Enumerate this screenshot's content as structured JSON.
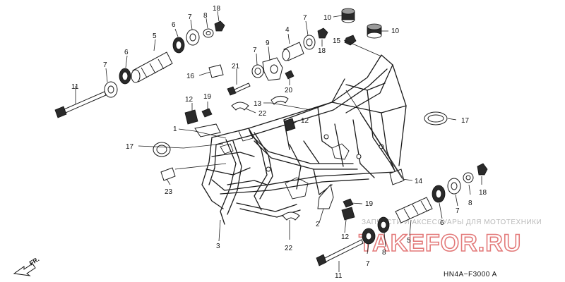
{
  "labels": [
    {
      "id": "n1",
      "text": "1"
    },
    {
      "id": "n2",
      "text": "2"
    },
    {
      "id": "n3",
      "text": "3"
    },
    {
      "id": "n4",
      "text": "4"
    },
    {
      "id": "n5a",
      "text": "5"
    },
    {
      "id": "n5b",
      "text": "5"
    },
    {
      "id": "n6a",
      "text": "6"
    },
    {
      "id": "n6b",
      "text": "6"
    },
    {
      "id": "n6c",
      "text": "6"
    },
    {
      "id": "n7a",
      "text": "7"
    },
    {
      "id": "n7b",
      "text": "7"
    },
    {
      "id": "n7c",
      "text": "7"
    },
    {
      "id": "n7d",
      "text": "7"
    },
    {
      "id": "n7e",
      "text": "7"
    },
    {
      "id": "n7f",
      "text": "7"
    },
    {
      "id": "n8a",
      "text": "8"
    },
    {
      "id": "n8b",
      "text": "8"
    },
    {
      "id": "n8c",
      "text": "8"
    },
    {
      "id": "n9",
      "text": "9"
    },
    {
      "id": "n10a",
      "text": "10"
    },
    {
      "id": "n10b",
      "text": "10"
    },
    {
      "id": "n11a",
      "text": "11"
    },
    {
      "id": "n11b",
      "text": "11"
    },
    {
      "id": "n12a",
      "text": "12"
    },
    {
      "id": "n12b",
      "text": "12"
    },
    {
      "id": "n12c",
      "text": "12"
    },
    {
      "id": "n13",
      "text": "13"
    },
    {
      "id": "n14",
      "text": "14"
    },
    {
      "id": "n15",
      "text": "15"
    },
    {
      "id": "n16",
      "text": "16"
    },
    {
      "id": "n17a",
      "text": "17"
    },
    {
      "id": "n17b",
      "text": "17"
    },
    {
      "id": "n18a",
      "text": "18"
    },
    {
      "id": "n18b",
      "text": "18"
    },
    {
      "id": "n18c",
      "text": "18"
    },
    {
      "id": "n19a",
      "text": "19"
    },
    {
      "id": "n19b",
      "text": "19"
    },
    {
      "id": "n20",
      "text": "20"
    },
    {
      "id": "n21",
      "text": "21"
    },
    {
      "id": "n22a",
      "text": "22"
    },
    {
      "id": "n22b",
      "text": "22"
    },
    {
      "id": "n23",
      "text": "23"
    }
  ],
  "direction_label": "FR.",
  "diagram_code": "HN4A−F3000 A",
  "watermark": {
    "text": "ЗАПЧАСТИ И АКСЕССУАРЫ ДЛЯ МОТОТЕХНИКИ",
    "brand": "TAKEFOR.RU",
    "brand_color": "#e37a7a"
  }
}
